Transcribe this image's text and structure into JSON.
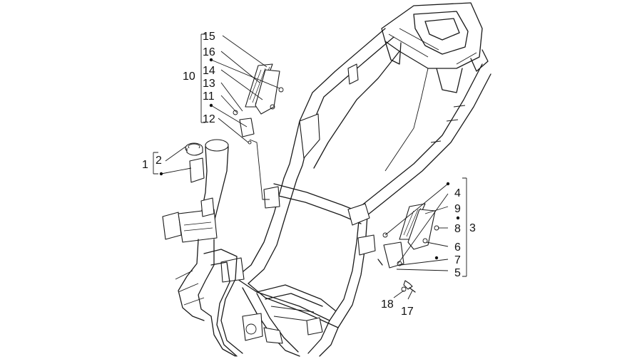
{
  "diagram": {
    "callouts": {
      "c1": "1",
      "c2": "2",
      "c3": "3",
      "c4": "4",
      "c5": "5",
      "c6": "6",
      "c7": "7",
      "c8": "8",
      "c9": "9",
      "c10": "10",
      "c11": "11",
      "c12": "12",
      "c13": "13",
      "c14": "14",
      "c15": "15",
      "c16": "16",
      "c17": "17",
      "c18": "18"
    }
  }
}
